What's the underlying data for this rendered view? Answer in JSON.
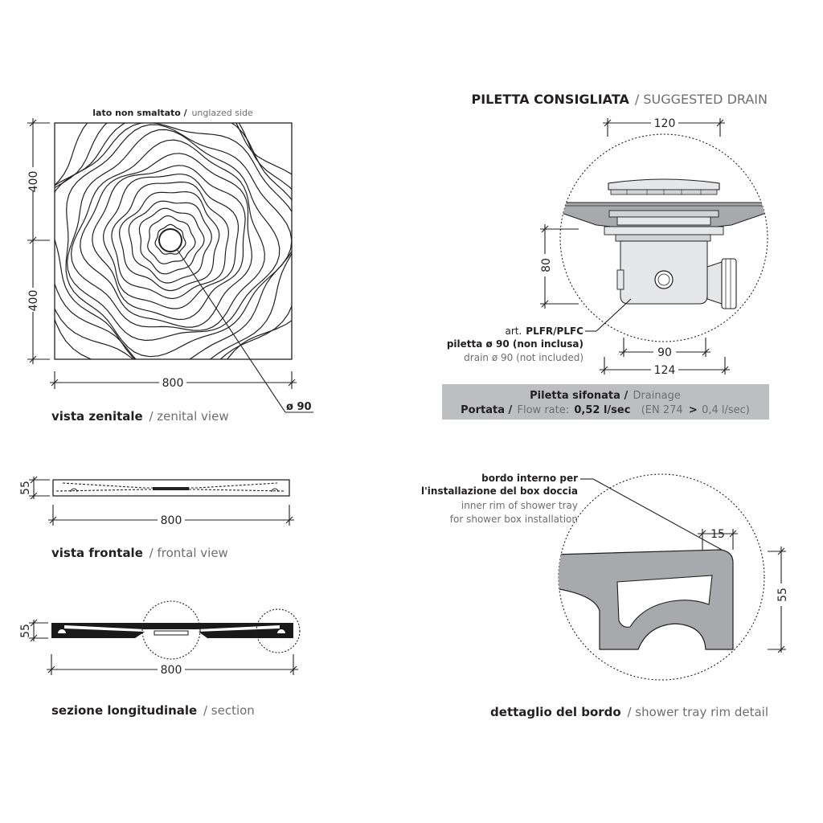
{
  "zenital": {
    "top_bold": "lato non smaltato /",
    "top_light": "unglazed side",
    "dim_400_top": "400",
    "dim_400_bottom": "400",
    "dim_800": "800",
    "dim_drain": "ø 90",
    "caption_bold": "vista zenitale",
    "caption_light": "/ zenital view"
  },
  "frontal": {
    "dim_55": "55",
    "dim_800": "800",
    "caption_bold": "vista frontale",
    "caption_light": "/ frontal view"
  },
  "section": {
    "dim_55": "55",
    "dim_800": "800",
    "caption_bold": "sezione longitudinale",
    "caption_light": "/ section"
  },
  "drain": {
    "title_bold": "PILETTA CONSIGLIATA",
    "title_light": "/ SUGGESTED DRAIN",
    "dim_120": "120",
    "dim_80": "80",
    "dim_90": "90",
    "dim_124": "124",
    "art_prefix": "art.",
    "art_code": "PLFR/PLFC",
    "piletta": "piletta ø 90 (non inclusa)",
    "drain_note": "drain ø 90 (not included)",
    "box_line1_bold": "Piletta sifonata /",
    "box_line1_light": "Drainage",
    "box_line2_bold": "Portata /",
    "box_line2_light": "Flow rate:",
    "box_rate": "0,52 l/sec",
    "box_norm_a": "(EN 274",
    "box_norm_b": ">",
    "box_norm_c": "0,4 l/sec)"
  },
  "rim": {
    "label_1": "bordo interno per",
    "label_2": "l'installazione del box doccia",
    "label_3": "inner rim of shower tray",
    "label_4": "for shower box installation",
    "dim_15": "15",
    "dim_55": "55",
    "caption_bold": "dettaglio del bordo",
    "caption_light": "/ shower tray rim detail"
  }
}
